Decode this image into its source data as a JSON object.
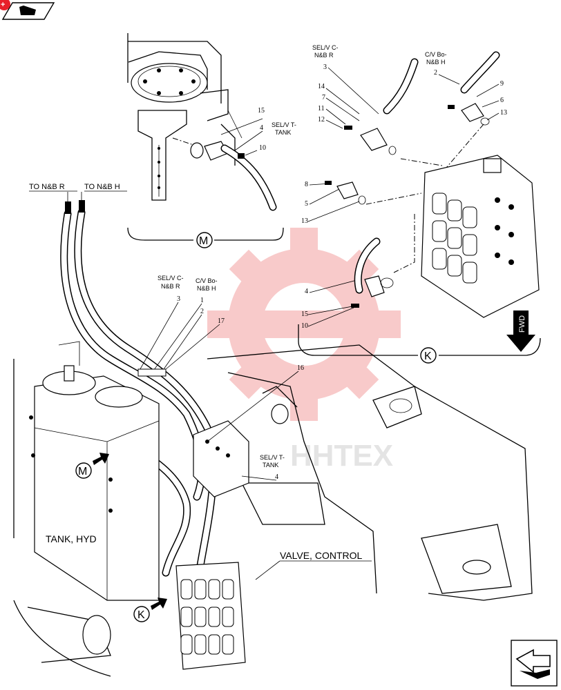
{
  "nav": {
    "top_icon": "book-icon",
    "bottom_icon": "next-page-arrow-icon"
  },
  "views": {
    "M": {
      "label": "M"
    },
    "K": {
      "label": "K"
    }
  },
  "labels": {
    "to_nb_r": "TO N&B R",
    "to_nb_h": "TO N&B H",
    "tank_hyd": "TANK, HYD",
    "valve_control": "VALVE, CONTROL",
    "fwd": "FWD",
    "watermark": "HHTEX",
    "selv_c_nbr_top": [
      "SEL/V C-",
      "N&B R"
    ],
    "cv_bo_nbh_top": [
      "C/V Bo-",
      "N&B H"
    ],
    "selv_t_tank_m": [
      "SEL/V T-",
      "TANK"
    ],
    "selv_c_nbr_main": [
      "SEL/V C-",
      "N&B R"
    ],
    "cv_bo_nbh_main": [
      "C/V Bo-",
      "N&B H"
    ],
    "selv_t_tank_main": [
      "SEL/V T-",
      "TANK"
    ]
  },
  "callouts": {
    "m15": "15",
    "m4": "4",
    "m10": "10",
    "k3": "3",
    "k14": "14",
    "k7": "7",
    "k11": "11",
    "k12": "12",
    "k2": "2",
    "k9": "9",
    "k6": "6",
    "k13a": "13",
    "k8": "8",
    "k5": "5",
    "k13b": "13",
    "k4": "4",
    "k15": "15",
    "k10": "10",
    "main3": "3",
    "main1": "1",
    "main2": "2",
    "main17": "17",
    "main16": "16",
    "main4": "4"
  },
  "colors": {
    "accent": "#e8202a",
    "watermark": "#f4a0a0"
  }
}
